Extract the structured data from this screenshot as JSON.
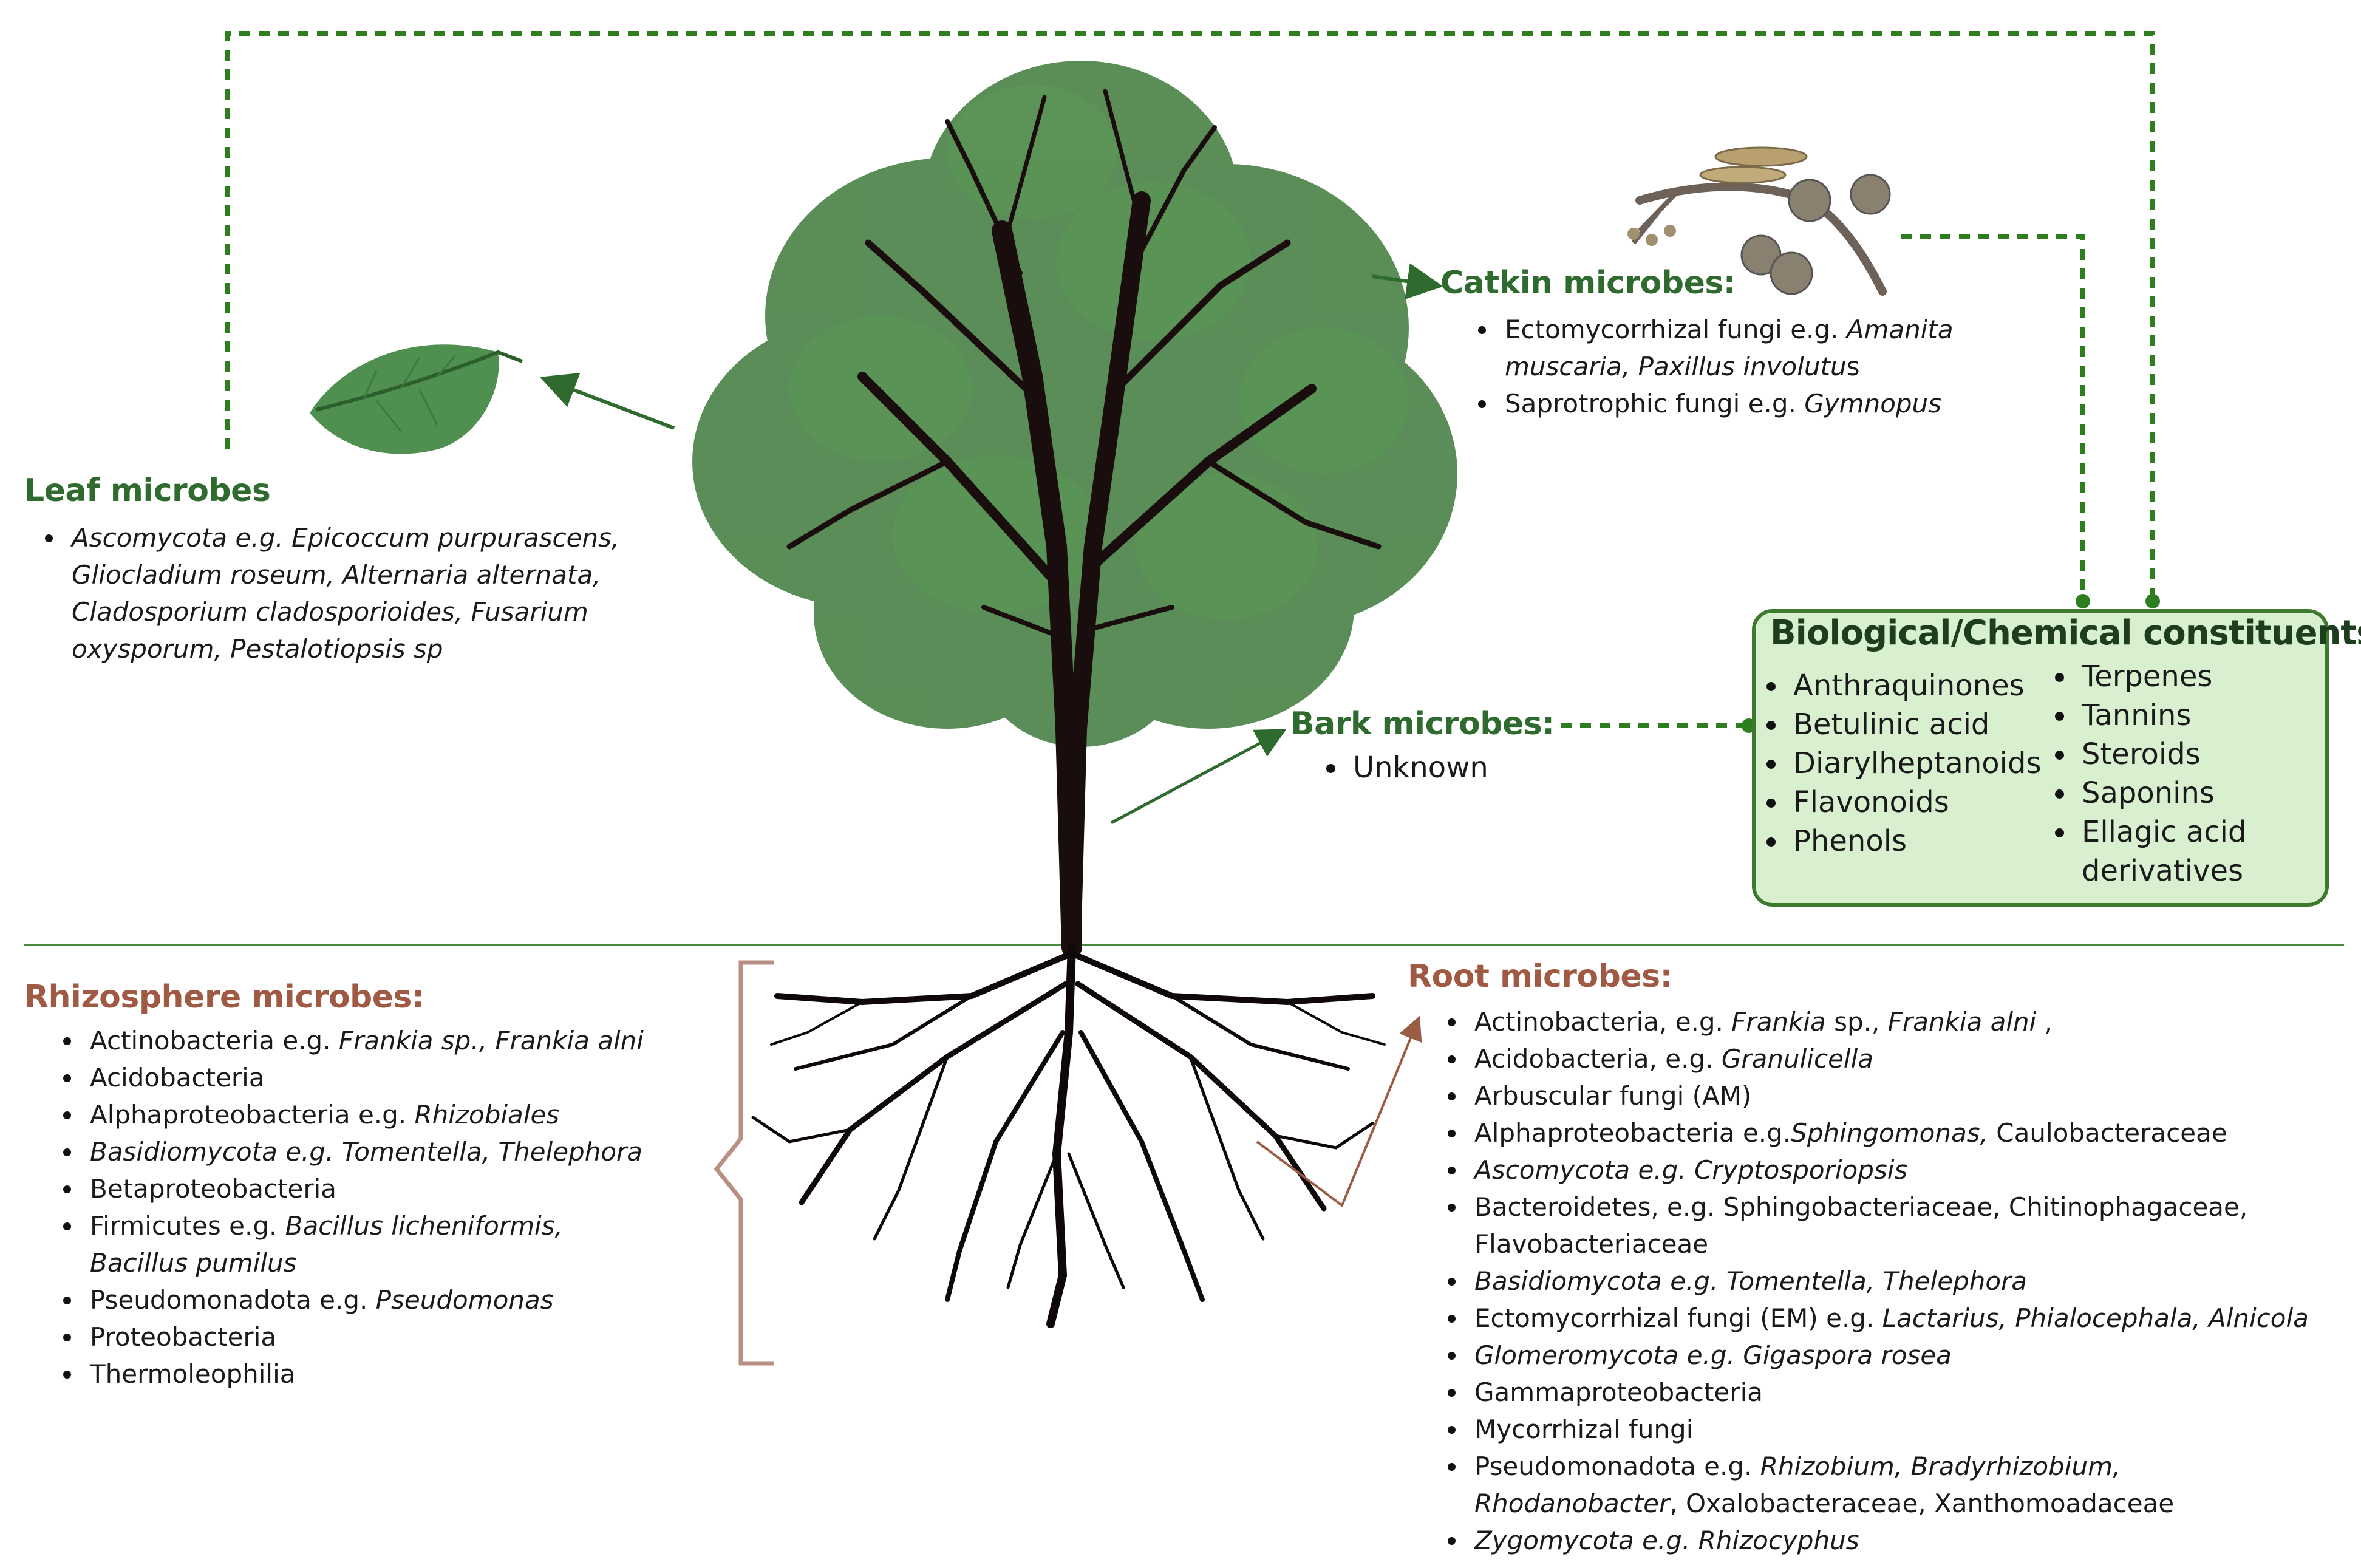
{
  "leaf": {
    "title": "Leaf microbes",
    "items": [
      "Ascomycota e.g. Epicoccum purpurascens, Gliocladium roseum, Alternaria alternata, Cladosporium cladosporioides, Fusarium oxysporum, Pestalotiopsis sp"
    ]
  },
  "catkin": {
    "title": "Catkin microbes:",
    "items": [
      {
        "prefix": "Ectomycorrhizal fungi e.g. ",
        "italic": "Amanita muscaria, Paxillus involutu",
        "suffix": "s"
      },
      {
        "prefix": "Saprotrophic fungi e.g. ",
        "italic": "Gymnopus",
        "suffix": ""
      }
    ]
  },
  "bark": {
    "title": "Bark microbes:",
    "items": [
      "Unknown"
    ]
  },
  "constituents": {
    "title": "Biological/Chemical constituents",
    "title_suffix": ":",
    "col1": [
      "Anthraquinones",
      "Betulinic acid",
      "Diarylheptanoids",
      "Flavonoids",
      "Phenols"
    ],
    "col2": [
      "Terpenes",
      "Tannins",
      "Steroids",
      "Saponins",
      "Ellagic acid derivatives"
    ]
  },
  "rhizosphere": {
    "title": "Rhizosphere microbes:",
    "items": [
      {
        "prefix": "Actinobacteria e.g. ",
        "italic": "Frankia sp., Frankia alni",
        "suffix": ""
      },
      {
        "prefix": "Acidobacteria",
        "italic": "",
        "suffix": ""
      },
      {
        "prefix": "Alphaproteobacteria e.g. ",
        "italic": "Rhizobiales",
        "suffix": ""
      },
      {
        "prefix": "",
        "italic": "Basidiomycota e.g. Tomentella, Thelephora",
        "suffix": ""
      },
      {
        "prefix": "Betaproteobacteria",
        "italic": "",
        "suffix": ""
      },
      {
        "prefix": "Firmicutes e.g. ",
        "italic": "Bacillus licheniformis, Bacillus pumilus",
        "suffix": ""
      },
      {
        "prefix": "Pseudomonadota e.g. ",
        "italic": "Pseudomonas",
        "suffix": ""
      },
      {
        "prefix": "Proteobacteria",
        "italic": "",
        "suffix": ""
      },
      {
        "prefix": "Thermoleophilia",
        "italic": "",
        "suffix": ""
      }
    ]
  },
  "root": {
    "title": "Root microbes:",
    "items": [
      {
        "prefix": "Actinobacteria, e.g. ",
        "italic": "Frankia",
        "suffix": " sp., ",
        "italic2": "Frankia alni ",
        "suffix2": ","
      },
      {
        "prefix": "Acidobacteria, e.g. ",
        "italic": "Granulicella",
        "suffix": ""
      },
      {
        "prefix": "Arbuscular fungi (AM)",
        "italic": "",
        "suffix": ""
      },
      {
        "prefix": "Alphaproteobacteria  e.g.",
        "italic": "Sphingomonas,",
        "suffix": " Caulobacteraceae"
      },
      {
        "prefix": "",
        "italic": "Ascomycota e.g. Cryptosporiopsis",
        "suffix": ""
      },
      {
        "prefix": "Bacteroidetes, e.g. Sphingobacteriaceae, Chitinophagaceae, Flavobacteriaceae",
        "italic": "",
        "suffix": ""
      },
      {
        "prefix": "",
        "italic": "Basidiomycota e.g. Tomentella, Thelephora",
        "suffix": ""
      },
      {
        "prefix": "Ectomycorrhizal fungi (EM) e.g. ",
        "italic": "Lactarius,  Phialocephala, Alnicola",
        "suffix": ""
      },
      {
        "prefix": "",
        "italic": "Glomeromycota e.g. Gigaspora rosea",
        "suffix": ""
      },
      {
        "prefix": "Gammaproteobacteria",
        "italic": "",
        "suffix": ""
      },
      {
        "prefix": "Mycorrhizal fungi",
        "italic": "",
        "suffix": ""
      },
      {
        "prefix": "Pseudomonadota e.g. ",
        "italic": "Rhizobium, Bradyrhizobium, Rhodanobacter",
        "suffix": ", Oxalobacteraceae, Xanthomoadaceae"
      },
      {
        "prefix": "",
        "italic": "Zygomycota e.g. Rhizocyphus",
        "suffix": ""
      }
    ]
  },
  "colors": {
    "green_heading": "#2f6b2f",
    "brown_heading": "#a05a43",
    "box_fill": "#d8f0cf",
    "box_border": "#3c7a2e",
    "dashed_line": "#2e7d1e",
    "tree_canopy": "#3e7a3a",
    "trunk": "#1a0d0d"
  },
  "icons": [
    "leaf-icon",
    "catkin-icon",
    "tree-icon",
    "roots-icon"
  ]
}
